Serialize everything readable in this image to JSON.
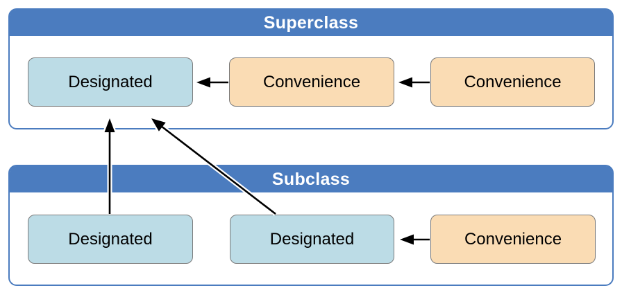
{
  "colors": {
    "header_blue": "#4B7CBF",
    "panel_border_blue": "#4B7CBF",
    "designated_fill": "#BCDCE6",
    "convenience_fill": "#FADCB4",
    "box_border_gray": "#7A7A7A",
    "arrow_black": "#000000",
    "background": "#FFFFFF",
    "title_text": "#FFFFFF",
    "label_text": "#000000"
  },
  "superclass": {
    "title": "Superclass",
    "boxes": [
      {
        "label": "Designated",
        "kind": "designated"
      },
      {
        "label": "Convenience",
        "kind": "convenience"
      },
      {
        "label": "Convenience",
        "kind": "convenience"
      }
    ]
  },
  "subclass": {
    "title": "Subclass",
    "boxes": [
      {
        "label": "Designated",
        "kind": "designated"
      },
      {
        "label": "Designated",
        "kind": "designated"
      },
      {
        "label": "Convenience",
        "kind": "convenience"
      }
    ]
  },
  "arrows": [
    {
      "name": "superclass-convenience1-to-designated",
      "from": "superclass.convenience-1",
      "to": "superclass.designated",
      "direction": "left"
    },
    {
      "name": "superclass-convenience2-to-convenience1",
      "from": "superclass.convenience-2",
      "to": "superclass.convenience-1",
      "direction": "left"
    },
    {
      "name": "subclass-convenience-to-designated-middle",
      "from": "subclass.convenience",
      "to": "subclass.designated-middle",
      "direction": "left"
    },
    {
      "name": "subclass-designated-left-to-superclass-designated",
      "from": "subclass.designated-left",
      "to": "superclass.designated",
      "direction": "up"
    },
    {
      "name": "subclass-designated-middle-to-superclass-designated",
      "from": "subclass.designated-middle",
      "to": "superclass.designated",
      "direction": "up-left"
    }
  ]
}
